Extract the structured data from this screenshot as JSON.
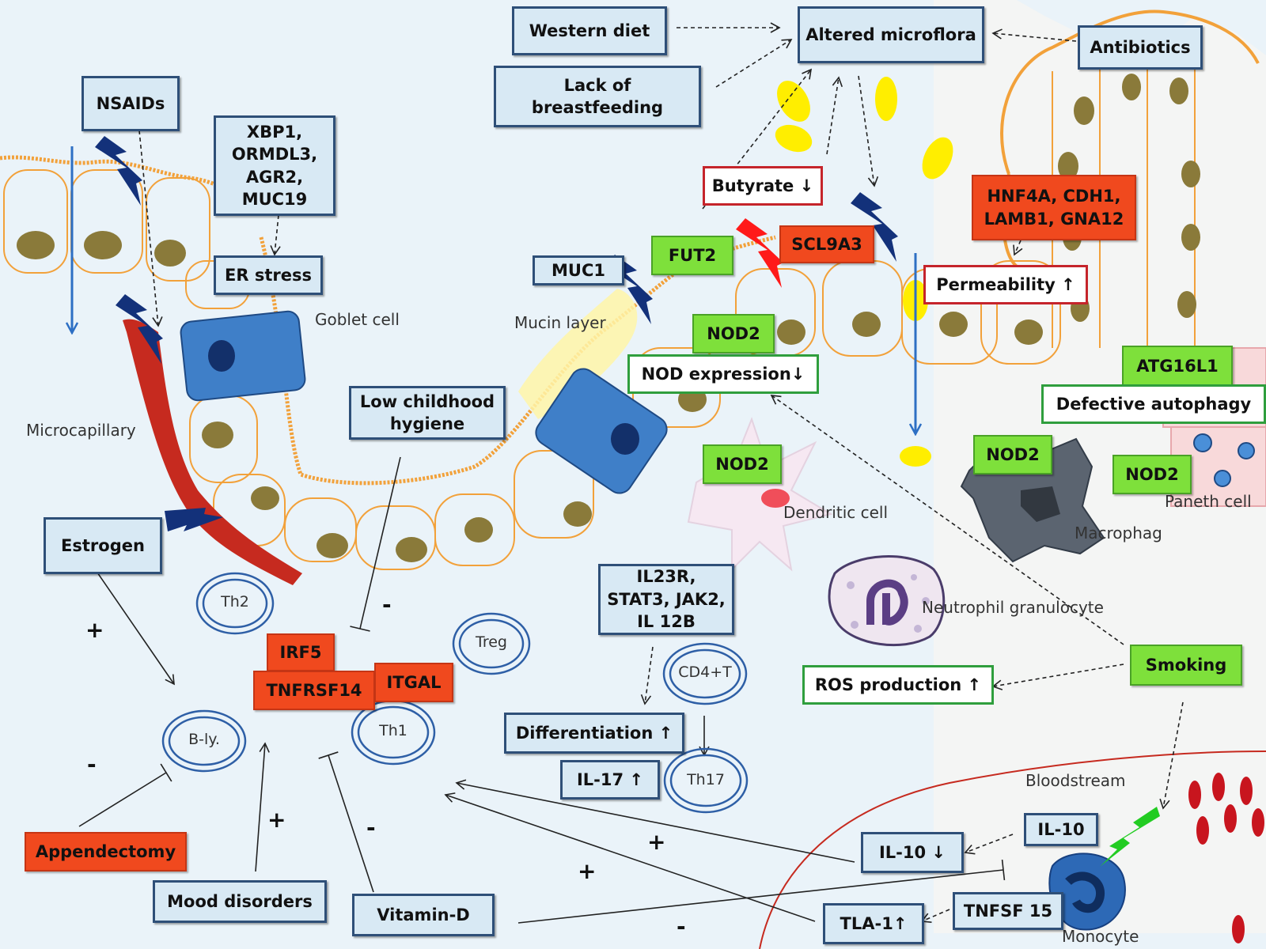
{
  "factors": {
    "western_diet": "Western diet",
    "lack_breastfeeding": "Lack of\nbreastfeeding",
    "altered_microflora": "Altered microflora",
    "antibiotics": "Antibiotics",
    "nsaids": "NSAIDs",
    "xbp1_group": "XBP1,\nORMDL3,\nAGR2,\nMUC19",
    "er_stress": "ER stress",
    "butyrate": "Butyrate ↓",
    "scl9a3": "SCL9A3",
    "hnf4a_group": "HNF4A, CDH1,\nLAMB1, GNA12",
    "fut2": "FUT2",
    "muc1": "MUC1",
    "permeability": "Permeability ↑",
    "nod2": "NOD2",
    "nod_expression": "NOD expression↓",
    "atg16l1": "ATG16L1",
    "defective_autophagy": "Defective autophagy",
    "low_childhood_hygiene": "Low childhood\nhygiene",
    "estrogen": "Estrogen",
    "il23r_group": "IL23R,\nSTAT3, JAK2,\nIL 12B",
    "irf5": "IRF5",
    "tnfrsf14": "TNFRSF14",
    "itgal": "ITGAL",
    "differentiation": "Differentiation ↑",
    "il17": "IL-17 ↑",
    "ros_production": "ROS  production ↑",
    "smoking": "Smoking",
    "appendectomy": "Appendectomy",
    "mood_disorders": "Mood disorders",
    "vitamin_d": "Vitamin-D",
    "il10_down": "IL-10 ↓",
    "il10": "IL-10",
    "tnfsf15": "TNFSF 15",
    "tla1": "TLA-1↑"
  },
  "labels": {
    "goblet_cell": "Goblet cell",
    "mucin_layer": "Mucin layer",
    "microcapillary": "Microcapillary",
    "dendritic_cell": "Dendritic cell",
    "macrophage": "Macrophag",
    "paneth_cell": "Paneth cell",
    "neutrophil": "Neutrophil granulocyte",
    "bloodstream": "Bloodstream",
    "monocyte": "Monocyte"
  },
  "cells": {
    "th2": "Th2",
    "treg": "Treg",
    "th1": "Th1",
    "b_ly": "B-ly.",
    "cd4t": "CD4+T",
    "th17": "Th17"
  },
  "signs": {
    "plus": "+",
    "minus": "-"
  },
  "colors": {
    "background": "#eaf3f9",
    "box_blue": "#d8e9f4",
    "box_red": "#f0491e",
    "box_green": "#7ee03b",
    "epithelium": "#f2a13a",
    "nucleus": "#8a7a3a",
    "goblet": "#3f7fc8",
    "microcapillary": "#c62a1f",
    "bacteria": "#ffee00",
    "lightning": "#13317a",
    "red_lightning": "#ff1a1a",
    "green_lightning": "#22cc22"
  }
}
